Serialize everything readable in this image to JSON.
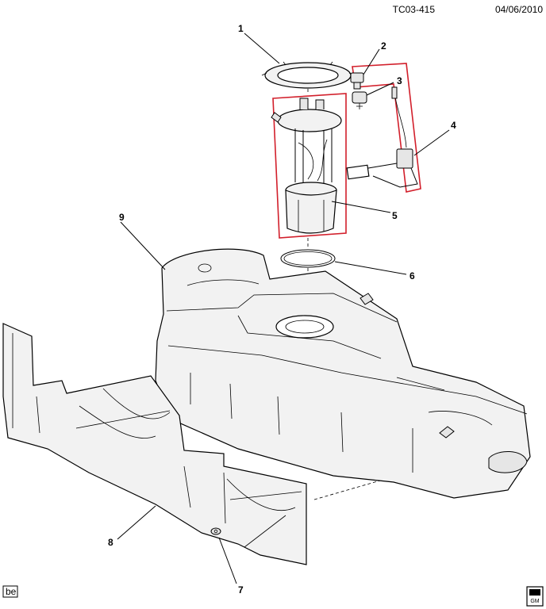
{
  "header": {
    "code": "TC03-415",
    "date": "04/06/2010"
  },
  "callouts": [
    "1",
    "2",
    "3",
    "4",
    "5",
    "6",
    "7",
    "8",
    "9"
  ],
  "footer": {
    "badge": "be",
    "logo_small": "GM"
  },
  "colors": {
    "highlight_box": "#d21f2b",
    "line": "#000000",
    "fill": "#f2f2f2"
  }
}
